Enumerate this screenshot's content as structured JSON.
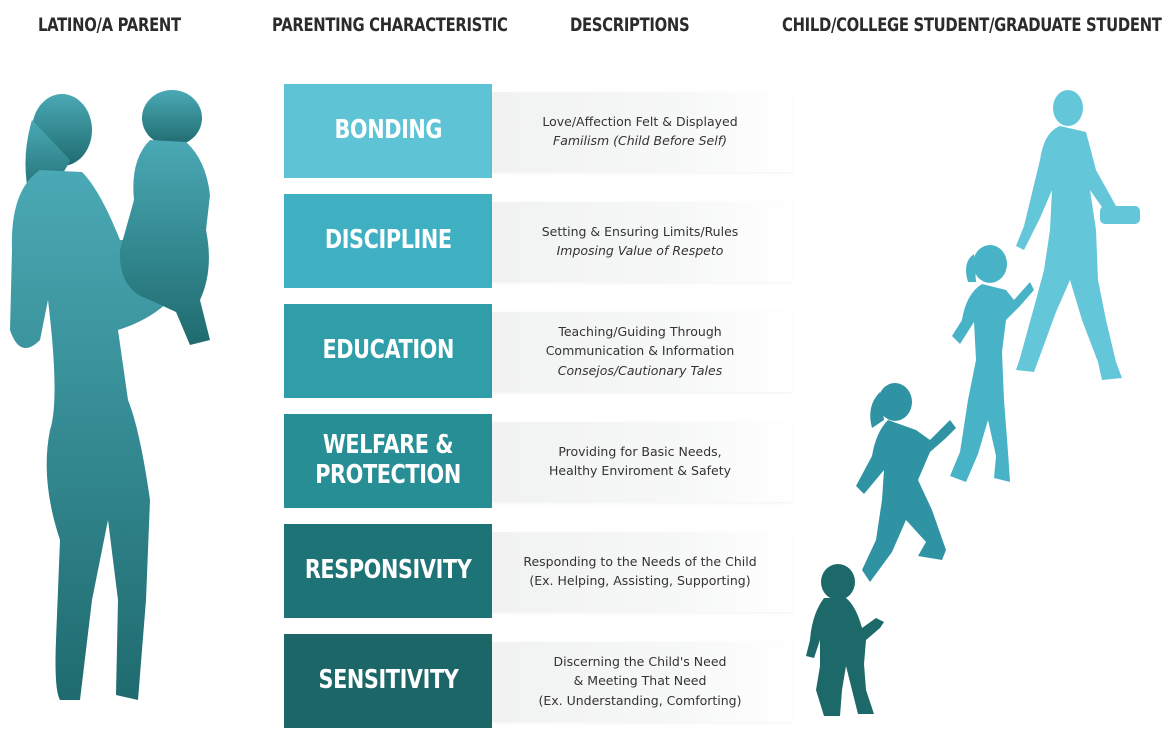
{
  "headers": {
    "parent": "LATINO/A PARENT",
    "characteristic": "PARENTING CHARACTERISTIC",
    "descriptions": "DESCRIPTIONS",
    "child": "CHILD/COLLEGE STUDENT/GRADUATE STUDENT"
  },
  "rows": [
    {
      "label": "BONDING",
      "color": "#5fc3d6",
      "lines": [
        "Love/Affection Felt & Displayed"
      ],
      "italic": "Familism (Child Before Self)"
    },
    {
      "label": "DISCIPLINE",
      "color": "#3fb0c2",
      "lines": [
        "Setting & Ensuring Limits/Rules"
      ],
      "italic": "Imposing Value of Respeto"
    },
    {
      "label": "EDUCATION",
      "color": "#2f9ea9",
      "lines": [
        "Teaching/Guiding Through",
        "Communication & Information"
      ],
      "italic": "Consejos/Cautionary Tales"
    },
    {
      "label": "WELFARE &\nPROTECTION",
      "color": "#288e96",
      "lines": [
        "Providing for Basic Needs,",
        "Healthy Enviroment & Safety"
      ],
      "italic": ""
    },
    {
      "label": "RESPONSIVITY",
      "color": "#1e7376",
      "lines": [
        "Responding to the Needs of the Child",
        "(Ex. Helping, Assisting, Supporting)"
      ],
      "italic": ""
    },
    {
      "label": "SENSITIVITY",
      "color": "#1c6667",
      "lines": [
        "Discerning the Child's Need",
        "& Meeting That Need",
        "(Ex. Understanding, Comforting)"
      ],
      "italic": ""
    }
  ],
  "colors": {
    "parent_top": "#4aa9b5",
    "parent_bottom": "#1f6b6f",
    "adult": "#63c6d9",
    "teen": "#48b3c7",
    "child": "#2f93a3",
    "toddler": "#1d6869"
  }
}
